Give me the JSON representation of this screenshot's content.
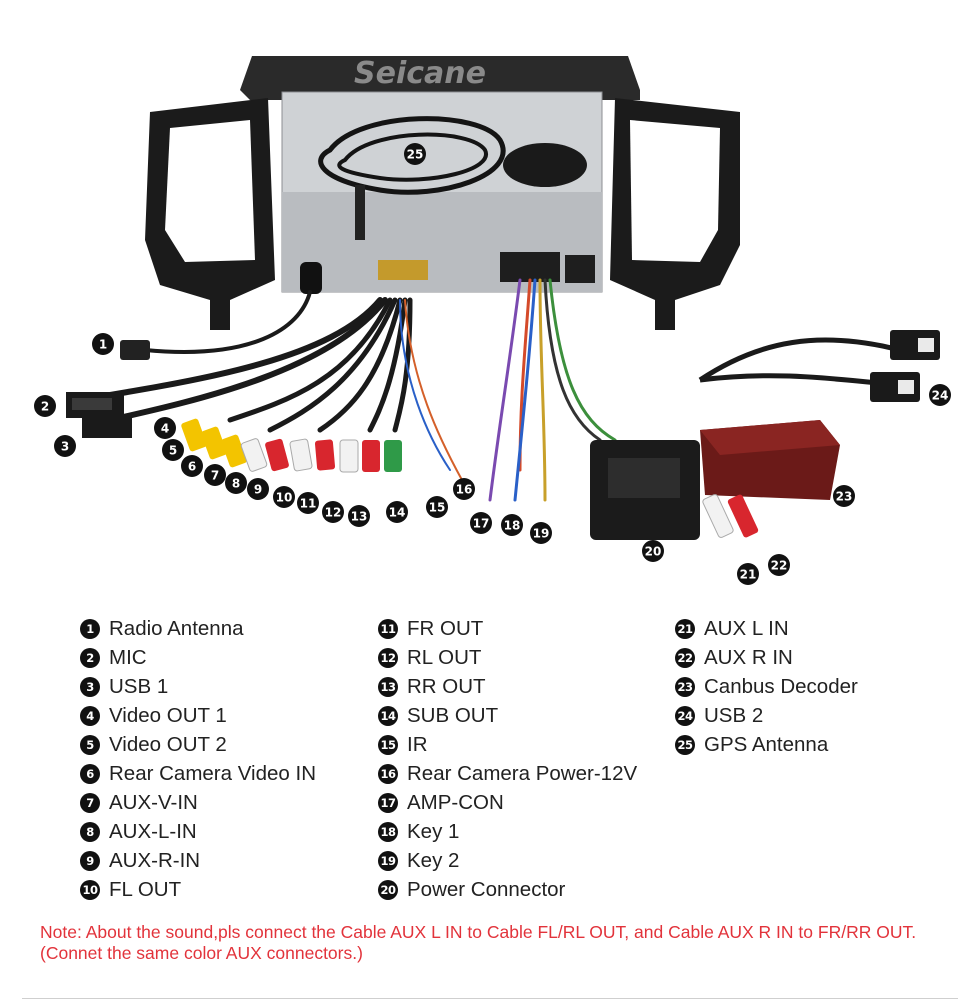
{
  "brand": "Seicane",
  "callouts": [
    "1",
    "2",
    "3",
    "4",
    "5",
    "6",
    "7",
    "8",
    "9",
    "10",
    "11",
    "12",
    "13",
    "14",
    "15",
    "16",
    "17",
    "18",
    "19",
    "20",
    "21",
    "22",
    "23",
    "24",
    "25"
  ],
  "legend": {
    "col1": [
      {
        "num": "1",
        "label": "Radio Antenna"
      },
      {
        "num": "2",
        "label": "MIC"
      },
      {
        "num": "3",
        "label": "USB 1"
      },
      {
        "num": "4",
        "label": "Video OUT 1"
      },
      {
        "num": "5",
        "label": "Video OUT 2"
      },
      {
        "num": "6",
        "label": "Rear Camera Video IN"
      },
      {
        "num": "7",
        "label": "AUX-V-IN"
      },
      {
        "num": "8",
        "label": "AUX-L-IN"
      },
      {
        "num": "9",
        "label": "AUX-R-IN"
      },
      {
        "num": "10",
        "label": "FL OUT"
      }
    ],
    "col2": [
      {
        "num": "11",
        "label": "FR OUT"
      },
      {
        "num": "12",
        "label": "RL OUT"
      },
      {
        "num": "13",
        "label": "RR OUT"
      },
      {
        "num": "14",
        "label": "SUB OUT"
      },
      {
        "num": "15",
        "label": "IR"
      },
      {
        "num": "16",
        "label": "Rear Camera Power-12V"
      },
      {
        "num": "17",
        "label": "AMP-CON"
      },
      {
        "num": "18",
        "label": "Key 1"
      },
      {
        "num": "19",
        "label": "Key 2"
      },
      {
        "num": "20",
        "label": "Power Connector"
      }
    ],
    "col3": [
      {
        "num": "21",
        "label": "AUX L IN"
      },
      {
        "num": "22",
        "label": "AUX R IN"
      },
      {
        "num": "23",
        "label": "Canbus Decoder"
      },
      {
        "num": "24",
        "label": "USB 2"
      },
      {
        "num": "25",
        "label": "GPS Antenna"
      }
    ]
  },
  "note": "Note: About the sound,pls connect the Cable AUX L IN to Cable FL/RL OUT, and Cable AUX R IN to FR/RR OUT.(Connet the same color AUX connectors.)",
  "colors": {
    "note_red": "#e2333b",
    "rca_yellow": "#f3c400",
    "rca_white": "#f2f2f2",
    "rca_red": "#d8262e",
    "rca_green": "#2f9a48",
    "cable": "#1a1a1a",
    "decoder": "#6b1a18"
  }
}
